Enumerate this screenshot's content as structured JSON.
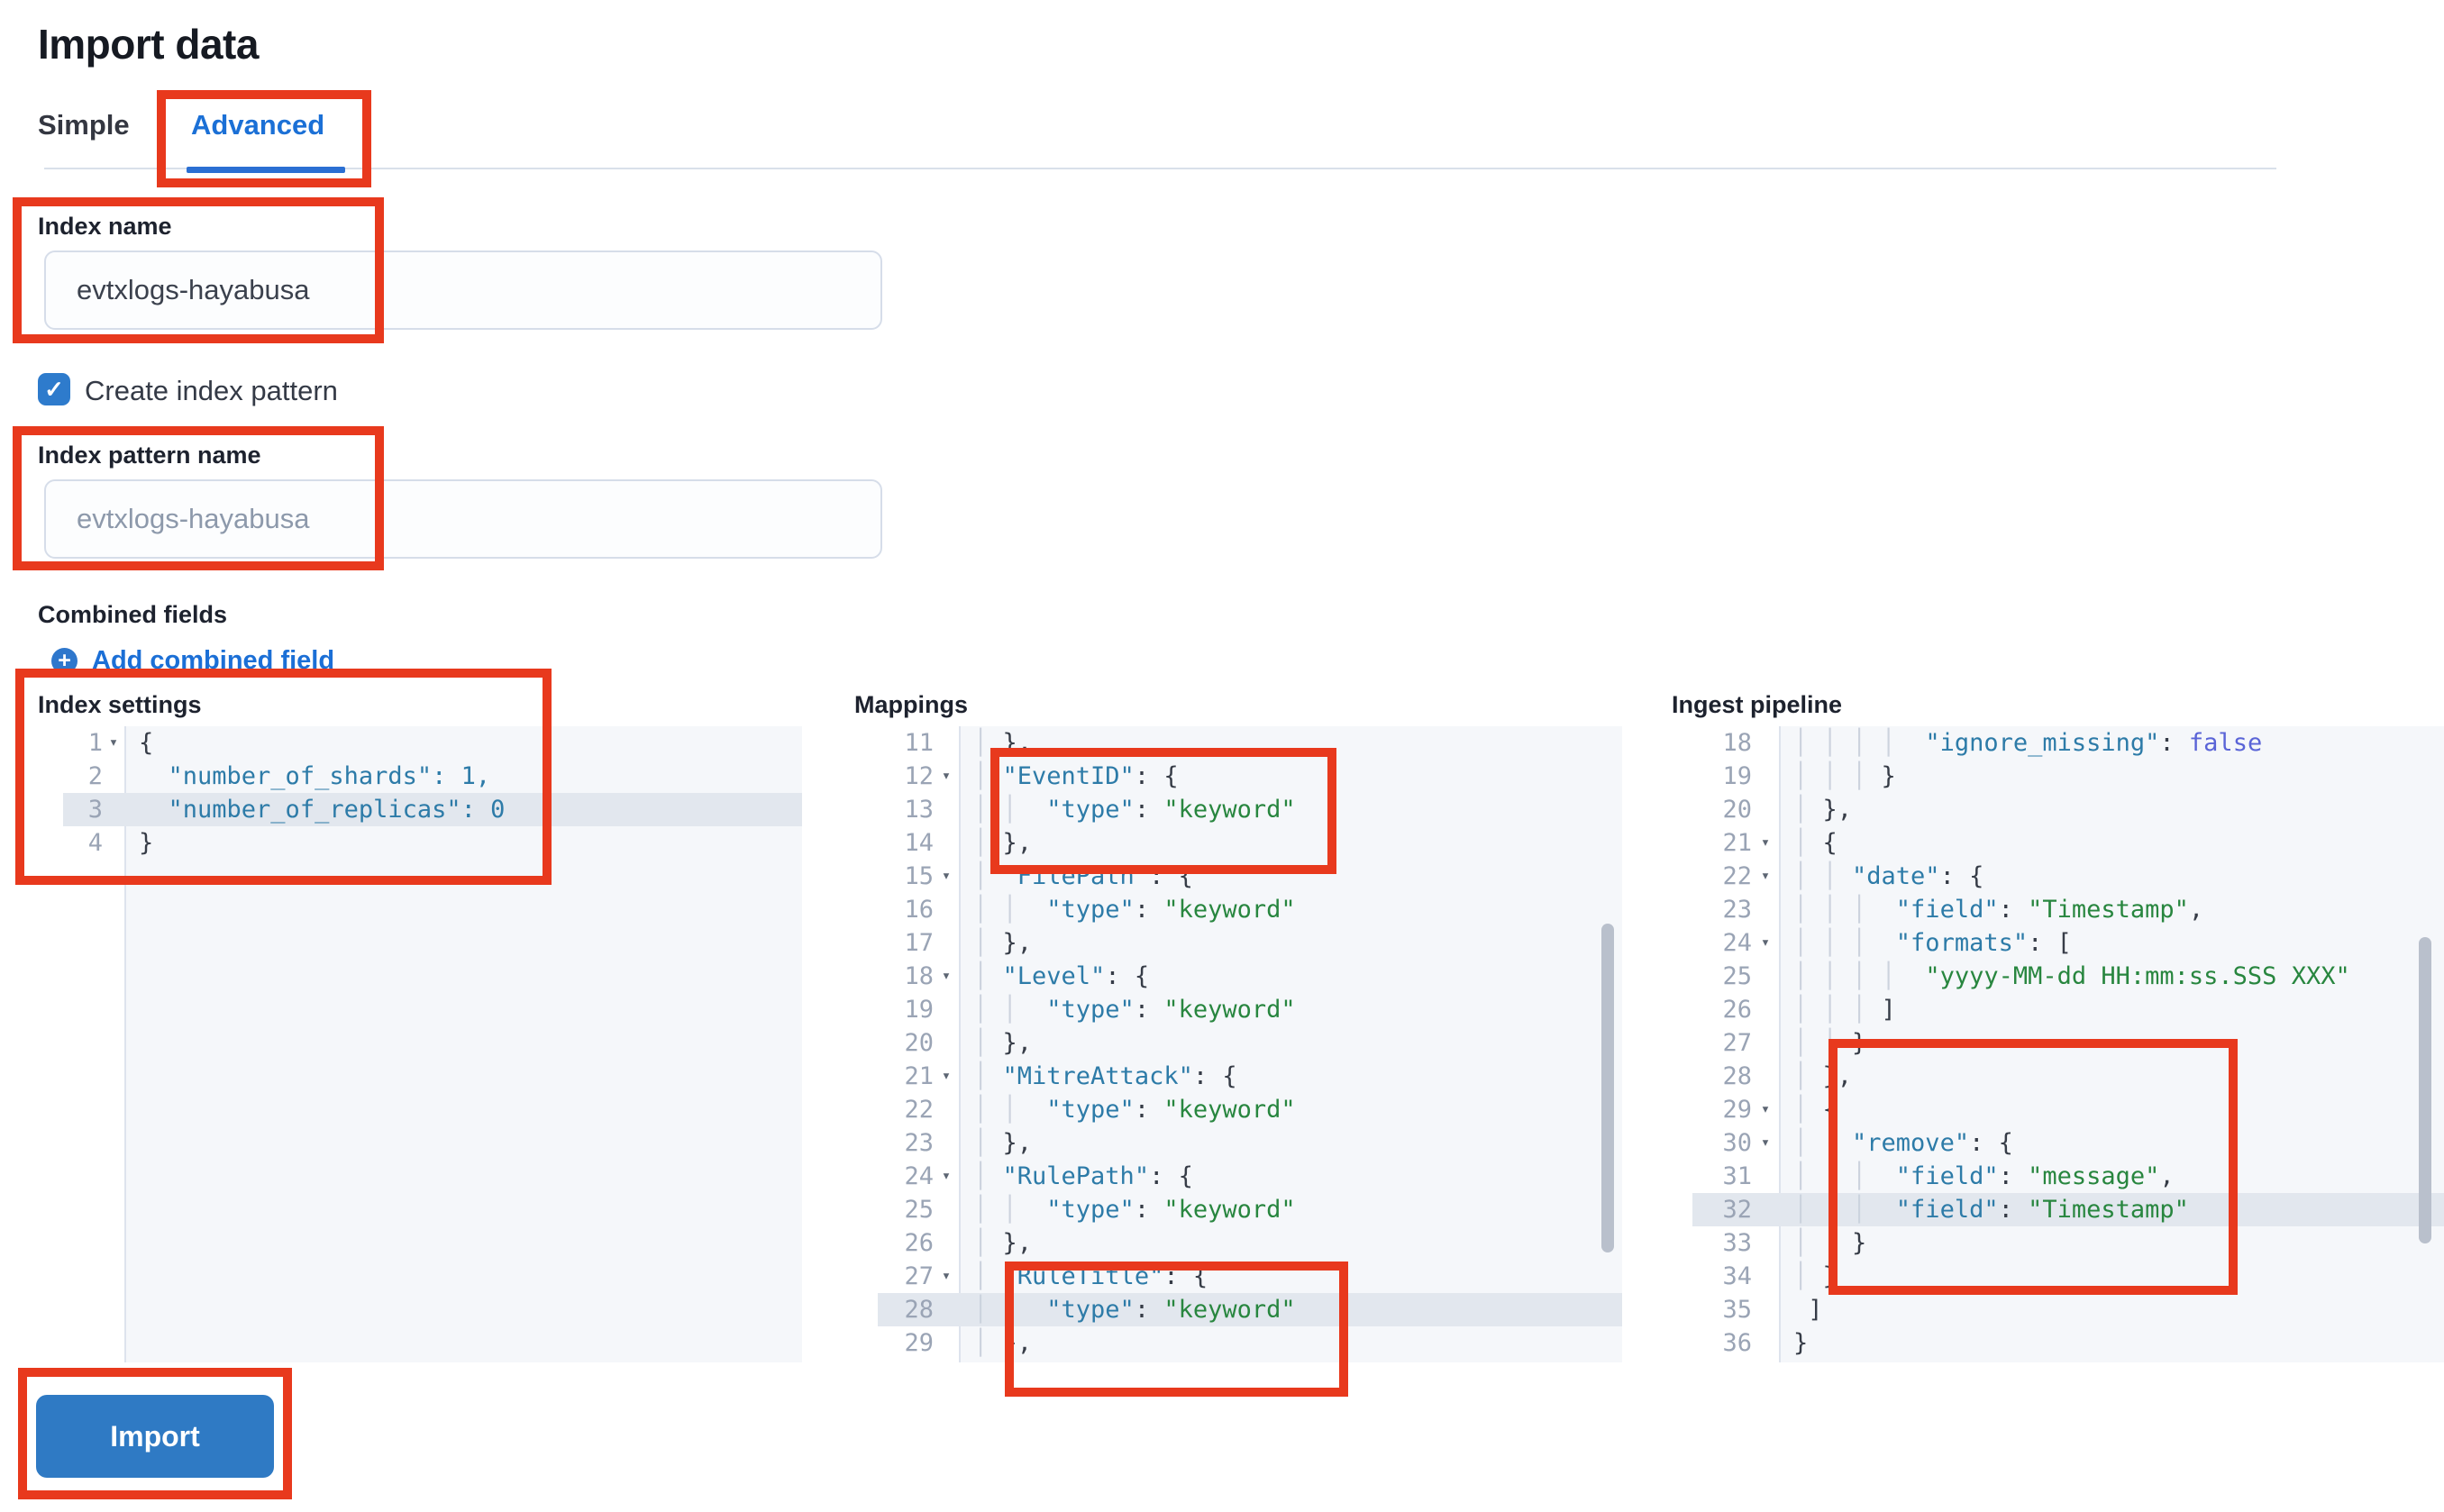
{
  "page": {
    "title": "Import data"
  },
  "tabs": [
    {
      "label": "Simple",
      "active": false
    },
    {
      "label": "Advanced",
      "active": true
    }
  ],
  "form": {
    "index_name_label": "Index name",
    "index_name_value": "evtxlogs-hayabusa",
    "create_index_pattern_label": "Create index pattern",
    "create_index_pattern_checked": true,
    "index_pattern_label": "Index pattern name",
    "index_pattern_placeholder": "evtxlogs-hayabusa",
    "combined_fields_label": "Combined fields",
    "add_combined_field_label": "Add combined field",
    "import_button_label": "Import"
  },
  "icons": {
    "checkbox_check": "✓",
    "plus": "+",
    "fold_arrow": "▾"
  },
  "colors": {
    "annotation_red": "#e8391d",
    "primary_blue": "#2f7ac4",
    "link_blue": "#1b6fd6",
    "code_key": "#2d7ba8",
    "code_string": "#28863f",
    "code_literal": "#5a64d7",
    "line_highlight": "#e2e7ee"
  },
  "editors": [
    {
      "label": "Index settings",
      "lines": [
        {
          "n": 1,
          "fold": true,
          "t": [
            [
              "p",
              "{"
            ]
          ]
        },
        {
          "n": 2,
          "t": [
            [
              "p",
              "  "
            ],
            [
              "k",
              "\"number_of_shards\": 1,"
            ]
          ]
        },
        {
          "n": 3,
          "hl": true,
          "t": [
            [
              "p",
              "  "
            ],
            [
              "k",
              "\"number_of_replicas\": 0"
            ]
          ]
        },
        {
          "n": 4,
          "t": [
            [
              "p",
              "}"
            ]
          ]
        }
      ]
    },
    {
      "label": "Mappings",
      "lines": [
        {
          "n": 11,
          "t": [
            [
              "g",
              "│ "
            ],
            [
              "p",
              "},"
            ]
          ]
        },
        {
          "n": 12,
          "fold": true,
          "t": [
            [
              "g",
              "│ "
            ],
            [
              "k",
              "\"EventID\""
            ],
            [
              "p",
              ": {"
            ]
          ]
        },
        {
          "n": 13,
          "t": [
            [
              "g",
              "│ │  "
            ],
            [
              "k",
              "\"type\""
            ],
            [
              "p",
              ": "
            ],
            [
              "s",
              "\"keyword\""
            ]
          ]
        },
        {
          "n": 14,
          "t": [
            [
              "g",
              "│ "
            ],
            [
              "p",
              "},"
            ]
          ]
        },
        {
          "n": 15,
          "fold": true,
          "t": [
            [
              "g",
              "│ "
            ],
            [
              "k",
              "\"FilePath\""
            ],
            [
              "p",
              ": {"
            ]
          ]
        },
        {
          "n": 16,
          "t": [
            [
              "g",
              "│ │  "
            ],
            [
              "k",
              "\"type\""
            ],
            [
              "p",
              ": "
            ],
            [
              "s",
              "\"keyword\""
            ]
          ]
        },
        {
          "n": 17,
          "t": [
            [
              "g",
              "│ "
            ],
            [
              "p",
              "},"
            ]
          ]
        },
        {
          "n": 18,
          "fold": true,
          "t": [
            [
              "g",
              "│ "
            ],
            [
              "k",
              "\"Level\""
            ],
            [
              "p",
              ": {"
            ]
          ]
        },
        {
          "n": 19,
          "t": [
            [
              "g",
              "│ │  "
            ],
            [
              "k",
              "\"type\""
            ],
            [
              "p",
              ": "
            ],
            [
              "s",
              "\"keyword\""
            ]
          ]
        },
        {
          "n": 20,
          "t": [
            [
              "g",
              "│ "
            ],
            [
              "p",
              "},"
            ]
          ]
        },
        {
          "n": 21,
          "fold": true,
          "t": [
            [
              "g",
              "│ "
            ],
            [
              "k",
              "\"MitreAttack\""
            ],
            [
              "p",
              ": {"
            ]
          ]
        },
        {
          "n": 22,
          "t": [
            [
              "g",
              "│ │  "
            ],
            [
              "k",
              "\"type\""
            ],
            [
              "p",
              ": "
            ],
            [
              "s",
              "\"keyword\""
            ]
          ]
        },
        {
          "n": 23,
          "t": [
            [
              "g",
              "│ "
            ],
            [
              "p",
              "},"
            ]
          ]
        },
        {
          "n": 24,
          "fold": true,
          "t": [
            [
              "g",
              "│ "
            ],
            [
              "k",
              "\"RulePath\""
            ],
            [
              "p",
              ": {"
            ]
          ]
        },
        {
          "n": 25,
          "t": [
            [
              "g",
              "│ │  "
            ],
            [
              "k",
              "\"type\""
            ],
            [
              "p",
              ": "
            ],
            [
              "s",
              "\"keyword\""
            ]
          ]
        },
        {
          "n": 26,
          "t": [
            [
              "g",
              "│ "
            ],
            [
              "p",
              "},"
            ]
          ]
        },
        {
          "n": 27,
          "fold": true,
          "t": [
            [
              "g",
              "│ "
            ],
            [
              "k",
              "\"RuleTitle\""
            ],
            [
              "p",
              ": {"
            ]
          ]
        },
        {
          "n": 28,
          "hl": true,
          "t": [
            [
              "g",
              "│ │  "
            ],
            [
              "k",
              "\"type\""
            ],
            [
              "p",
              ": "
            ],
            [
              "s",
              "\"keyword\""
            ]
          ]
        },
        {
          "n": 29,
          "t": [
            [
              "g",
              "│ "
            ],
            [
              "p",
              "},"
            ]
          ]
        }
      ]
    },
    {
      "label": "Ingest pipeline",
      "lines": [
        {
          "n": 18,
          "t": [
            [
              "g",
              "│ │ │ │  "
            ],
            [
              "k",
              "\"ignore_missing\""
            ],
            [
              "p",
              ": "
            ],
            [
              "n",
              "false"
            ]
          ]
        },
        {
          "n": 19,
          "t": [
            [
              "g",
              "│ │ │ "
            ],
            [
              "p",
              "}"
            ]
          ]
        },
        {
          "n": 20,
          "t": [
            [
              "g",
              "│ "
            ],
            [
              "p",
              "},"
            ]
          ]
        },
        {
          "n": 21,
          "fold": true,
          "t": [
            [
              "g",
              "│ "
            ],
            [
              "p",
              "{"
            ]
          ]
        },
        {
          "n": 22,
          "fold": true,
          "t": [
            [
              "g",
              "│ │ "
            ],
            [
              "k",
              "\"date\""
            ],
            [
              "p",
              ": {"
            ]
          ]
        },
        {
          "n": 23,
          "t": [
            [
              "g",
              "│ │ │  "
            ],
            [
              "k",
              "\"field\""
            ],
            [
              "p",
              ": "
            ],
            [
              "s",
              "\"Timestamp\""
            ],
            [
              "p",
              ","
            ]
          ]
        },
        {
          "n": 24,
          "fold": true,
          "t": [
            [
              "g",
              "│ │ │  "
            ],
            [
              "k",
              "\"formats\""
            ],
            [
              "p",
              ": ["
            ]
          ]
        },
        {
          "n": 25,
          "t": [
            [
              "g",
              "│ │ │ │  "
            ],
            [
              "s",
              "\"yyyy-MM-dd HH:mm:ss.SSS XXX\""
            ]
          ]
        },
        {
          "n": 26,
          "t": [
            [
              "g",
              "│ │ │ "
            ],
            [
              "p",
              "]"
            ]
          ]
        },
        {
          "n": 27,
          "t": [
            [
              "g",
              "│ │ "
            ],
            [
              "p",
              "}"
            ]
          ]
        },
        {
          "n": 28,
          "t": [
            [
              "g",
              "│ "
            ],
            [
              "p",
              "},"
            ]
          ]
        },
        {
          "n": 29,
          "fold": true,
          "t": [
            [
              "g",
              "│ "
            ],
            [
              "p",
              "{"
            ]
          ]
        },
        {
          "n": 30,
          "fold": true,
          "t": [
            [
              "g",
              "│ │ "
            ],
            [
              "k",
              "\"remove\""
            ],
            [
              "p",
              ": {"
            ]
          ]
        },
        {
          "n": 31,
          "t": [
            [
              "g",
              "│ │ │  "
            ],
            [
              "k",
              "\"field\""
            ],
            [
              "p",
              ": "
            ],
            [
              "s",
              "\"message\""
            ],
            [
              "p",
              ","
            ]
          ]
        },
        {
          "n": 32,
          "hl": true,
          "t": [
            [
              "g",
              "│ │ │  "
            ],
            [
              "k",
              "\"field\""
            ],
            [
              "p",
              ": "
            ],
            [
              "s",
              "\"Timestamp\""
            ]
          ]
        },
        {
          "n": 33,
          "t": [
            [
              "g",
              "│ │ "
            ],
            [
              "p",
              "}"
            ]
          ]
        },
        {
          "n": 34,
          "t": [
            [
              "g",
              "│ "
            ],
            [
              "p",
              "}"
            ]
          ]
        },
        {
          "n": 35,
          "t": [
            [
              "p",
              " ]"
            ]
          ]
        },
        {
          "n": 36,
          "t": [
            [
              "p",
              "}"
            ]
          ]
        }
      ]
    }
  ]
}
